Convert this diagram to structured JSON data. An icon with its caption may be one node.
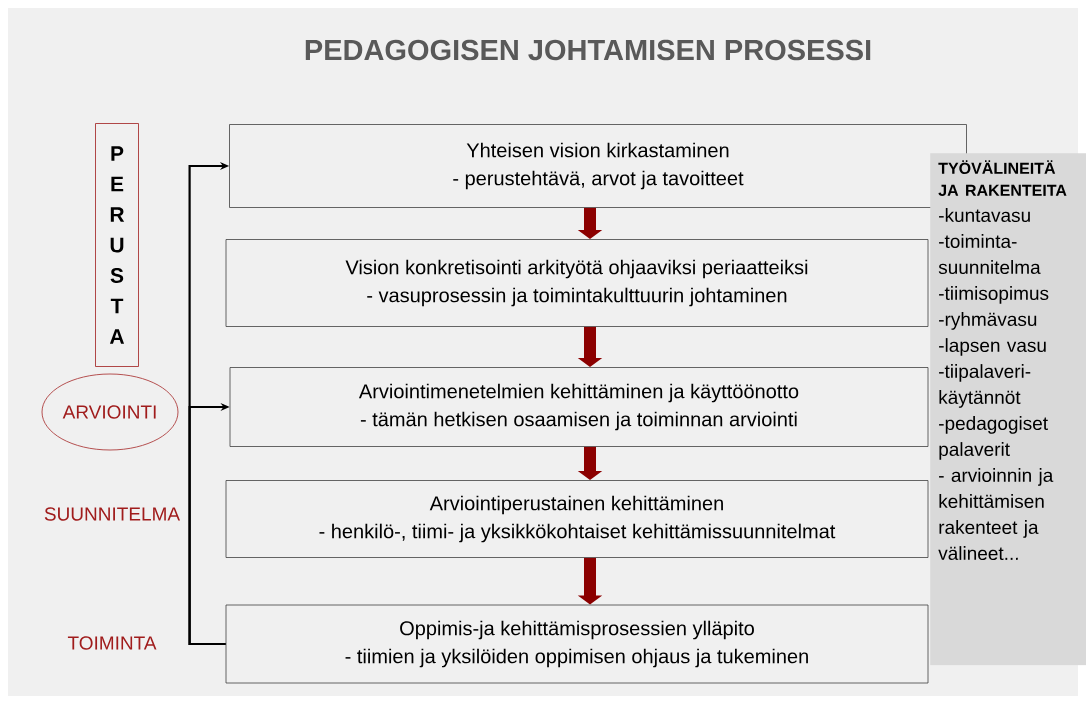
{
  "diagram": {
    "title": "PEDAGOGISEN JOHTAMISEN PROSESSI",
    "nodes": [
      {
        "text": [
          "Yhteisen vision kirkastaminen",
          "- perustehtävä, arvot ja tavoitteet"
        ]
      },
      {
        "text": [
          "Vision konkretisointi arkityötä ohjaaviksi periaatteiksi",
          "- vasuprosessin ja toimintakulttuurin johtaminen"
        ]
      },
      {
        "text": [
          "Arviointimenetelmien kehittäminen ja käyttöönotto",
          "- tämän hetkisen osaamisen ja toiminnan arviointi"
        ]
      },
      {
        "text": [
          "Arviointiperustainen kehittäminen",
          "- henkilö-, tiimi- ja yksikkökohtaiset kehittämissuunnitelmat"
        ]
      },
      {
        "text": [
          "Oppimis-ja kehittämisprosessien ylläpito",
          "- tiimien ja yksilöiden oppimisen ohjaus ja tukeminen"
        ]
      },
      {
        "text": [
          "P E R U S T A"
        ]
      },
      {
        "text": [
          "ARVIOINTI"
        ]
      },
      {
        "text": [
          "TYÖVÄLINEITÄ JA RAKENTEITA",
          "-kuntavasu",
          "-toiminta- suunnitelma",
          "-tiimisopimus",
          "-ryhmävasu",
          "-lapsen vasu",
          "-tiipalaveri- käytännöt",
          "-pedagogiset palaverit",
          "- arvioinnin ja kehittämisen rakenteet ja välineet..."
        ]
      }
    ],
    "edges": [
      {
        "from": 0,
        "to": 1,
        "arrow": "to"
      },
      {
        "from": 1,
        "to": 2,
        "arrow": "to"
      },
      {
        "from": 2,
        "to": 3,
        "arrow": "to"
      },
      {
        "from": 3,
        "to": 4,
        "arrow": "to"
      },
      {
        "from": 4,
        "to": 0,
        "arrow": "to",
        "color": "#000000"
      },
      {
        "from": 4,
        "to": 2,
        "arrow": "to",
        "color": "#000000"
      }
    ],
    "labels": [
      "SUUNNITELMA",
      "TOIMINTA"
    ]
  }
}
